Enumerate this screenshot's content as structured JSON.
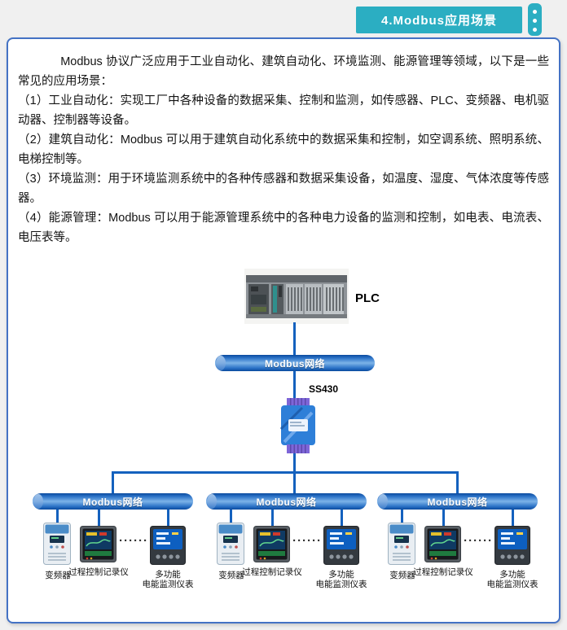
{
  "header": {
    "title": "4.Modbus应用场景"
  },
  "colors": {
    "header_teal": "#2BAEC2",
    "panel_border": "#4472C4",
    "line_blue": "#1461BE",
    "bus_dark": "#0A4A9E",
    "bus_mid": "#2D74C8",
    "bus_light": "#7DB3E8"
  },
  "content": {
    "paragraphs": [
      "Modbus 协议广泛应用于工业自动化、建筑自动化、环境监测、能源管理等领域，以下是一些常见的应用场景：",
      "（1）工业自动化：实现工厂中各种设备的数据采集、控制和监测，如传感器、PLC、变频器、电机驱动器、控制器等设备。",
      "（2）建筑自动化：Modbus 可以用于建筑自动化系统中的数据采集和控制，如空调系统、照明系统、电梯控制等。",
      "（3）环境监测：用于环境监测系统中的各种传感器和数据采集设备，如温度、湿度、气体浓度等传感器。",
      "（4）能源管理：Modbus 可以用于能源管理系统中的各种电力设备的监测和控制，如电表、电流表、电压表等。"
    ]
  },
  "diagram": {
    "plc_label": "PLC",
    "gateway_label": "SS430",
    "bus_label": "Modbus网络",
    "dots": "······",
    "device_labels": {
      "vfd": "变频器",
      "recorder": "过程控制记录仪",
      "meter_line1": "多功能",
      "meter_line2": "电能监测仪表"
    }
  }
}
